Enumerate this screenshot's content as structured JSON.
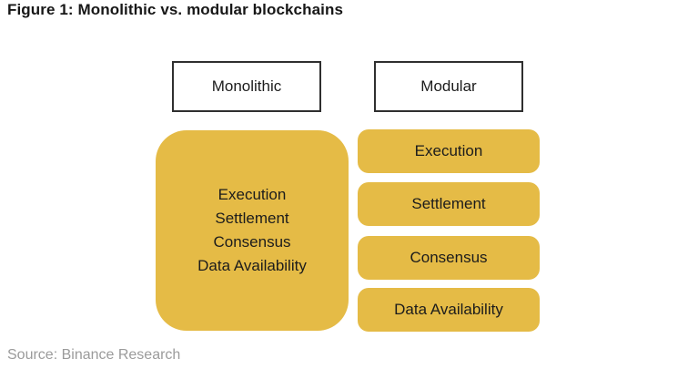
{
  "figure": {
    "title": "Figure 1: Monolithic vs. modular blockchains",
    "source": "Source: Binance Research"
  },
  "colors": {
    "accent_yellow": "#e5bb46",
    "header_border": "#2f2f2f",
    "title_text": "#171717",
    "source_text": "#9b9b9b",
    "background": "#ffffff"
  },
  "monolithic": {
    "header": "Monolithic",
    "layers": [
      "Execution",
      "Settlement",
      "Consensus",
      "Data Availability"
    ]
  },
  "modular": {
    "header": "Modular",
    "layers": [
      "Execution",
      "Settlement",
      "Consensus",
      "Data Availability"
    ]
  }
}
